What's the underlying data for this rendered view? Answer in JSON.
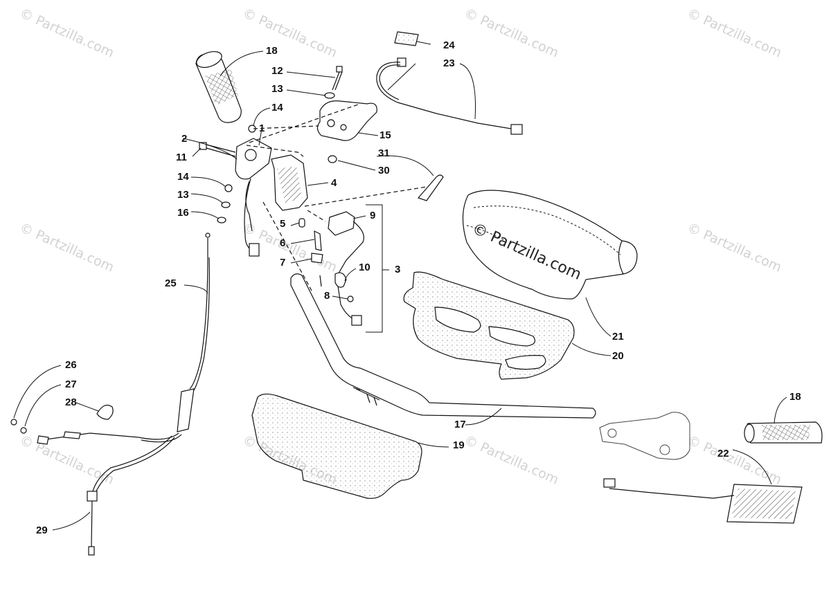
{
  "diagram": {
    "watermark_text": "© Partzilla.com",
    "logo_text": "© Partzilla.com",
    "callouts": [
      "18",
      "12",
      "13",
      "14",
      "2",
      "1",
      "11",
      "14",
      "13",
      "16",
      "15",
      "24",
      "23",
      "31",
      "30",
      "4",
      "9",
      "5",
      "6",
      "7",
      "10",
      "3",
      "8",
      "25",
      "21",
      "20",
      "26",
      "27",
      "28",
      "17",
      "18",
      "19",
      "22",
      "29"
    ]
  }
}
